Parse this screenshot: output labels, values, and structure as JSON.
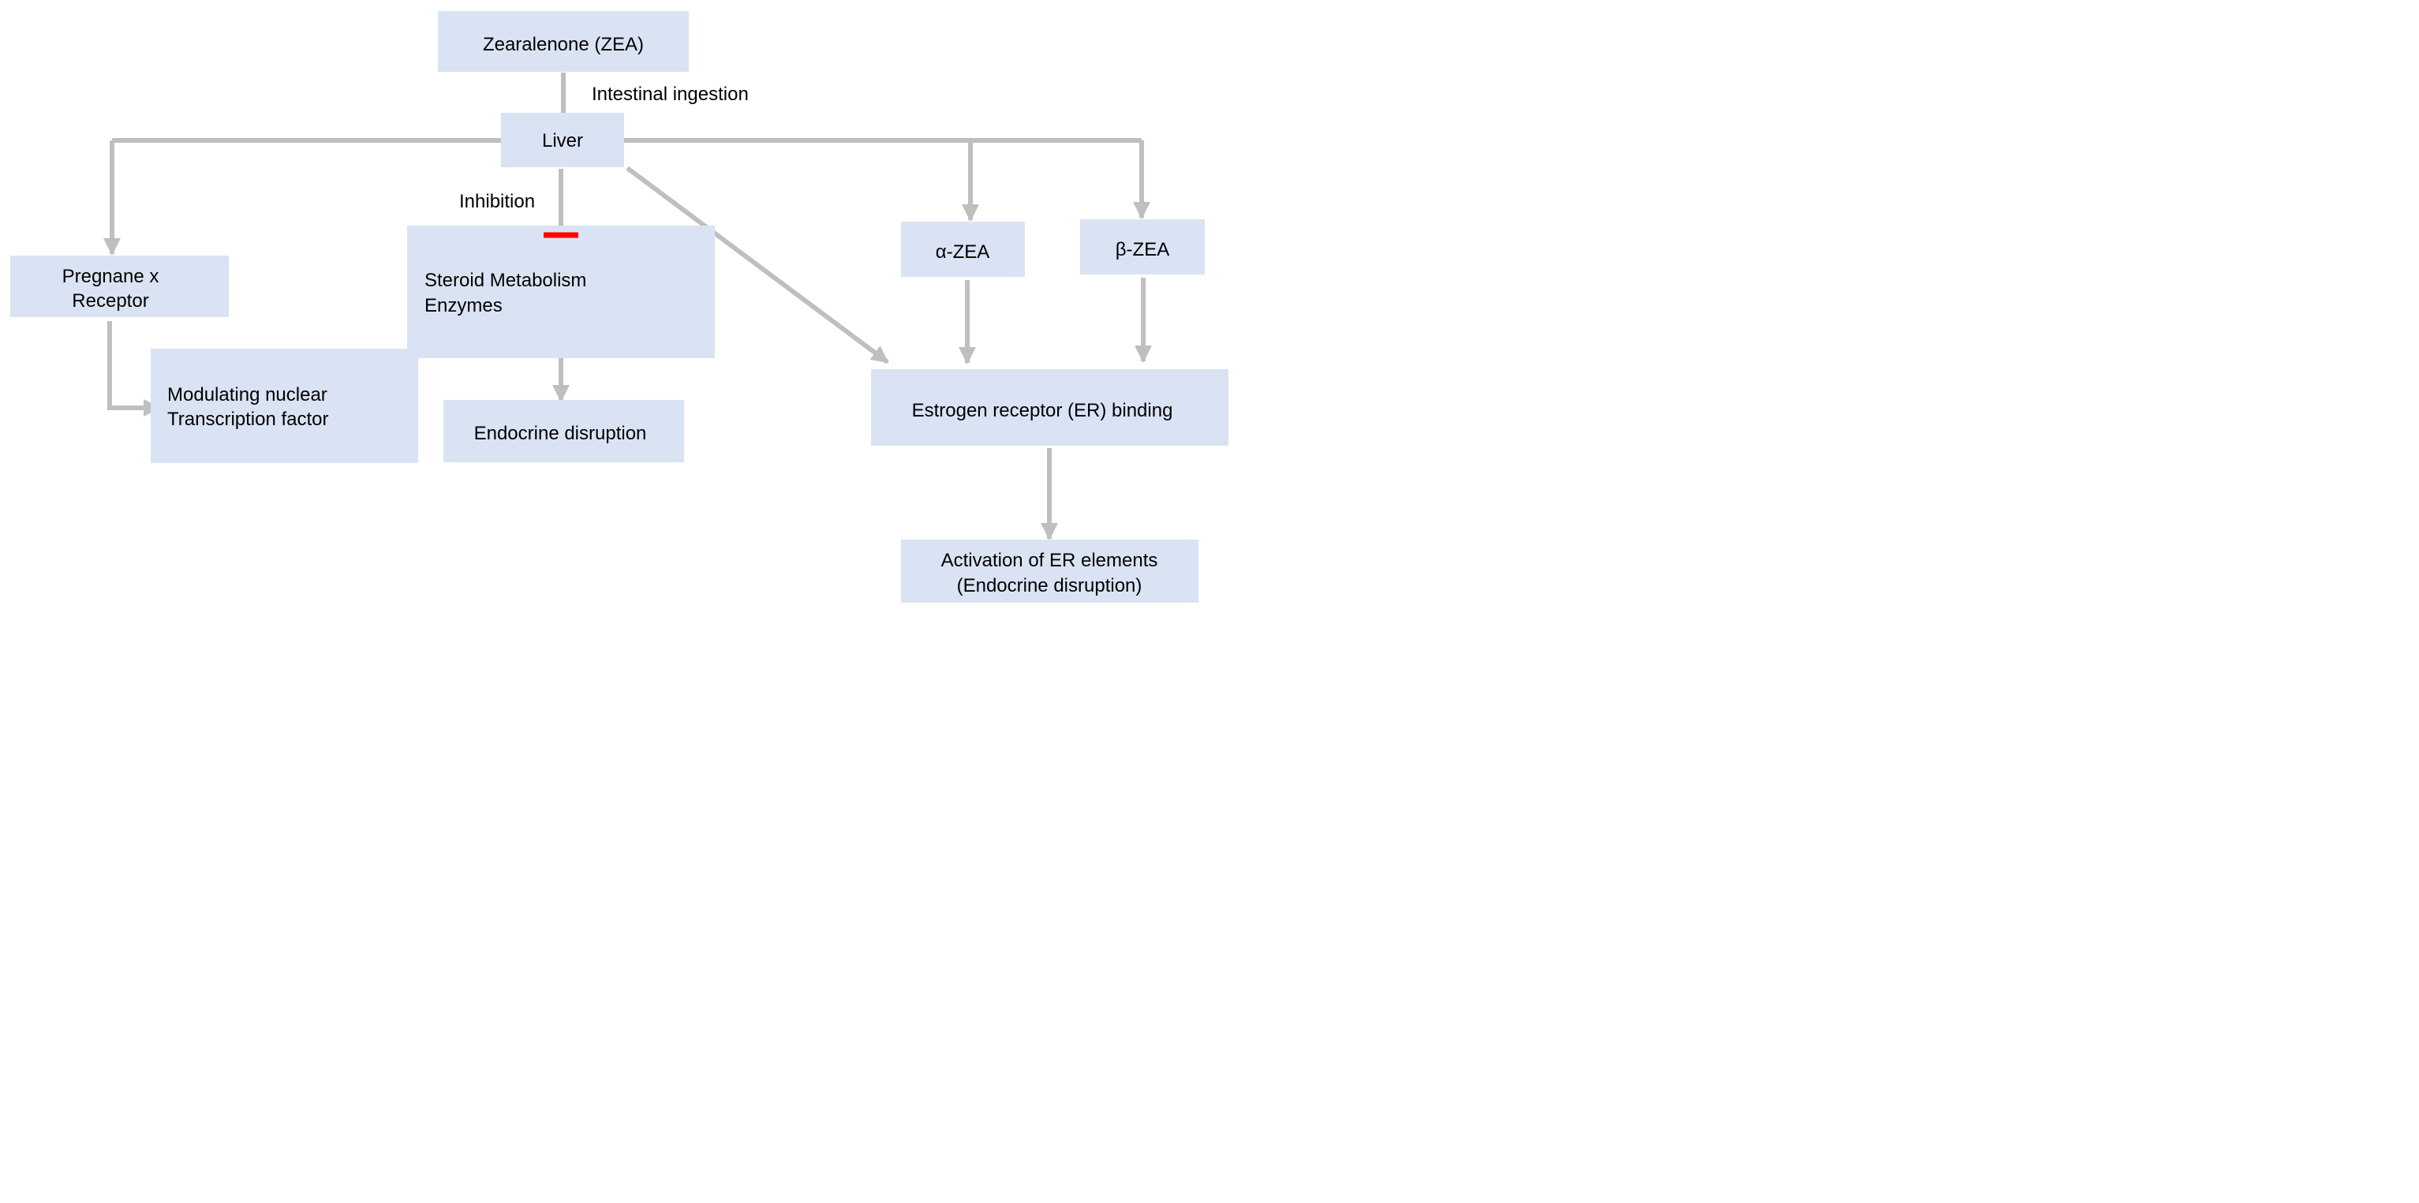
{
  "colors": {
    "box_fill": "#dae3f3",
    "connector": "#bfbfbf",
    "inhibition_bar": "#ff0000",
    "text": "#000000"
  },
  "nodes": {
    "zea": "Zearalenone (ZEA)",
    "liver": "Liver",
    "pregnane_line1": "Pregnane x",
    "pregnane_line2": "Receptor",
    "steroid_line1": "Steroid Metabolism",
    "steroid_line2": "Enzymes",
    "alpha": "α-ZEA",
    "beta": "β-ZEA",
    "modulating_line1": "Modulating nuclear",
    "modulating_line2": "Transcription factor",
    "endocrine": "Endocrine disruption",
    "er_binding": "Estrogen receptor (ER) binding",
    "activation_line1": "Activation of ER elements",
    "activation_line2": "(Endocrine disruption)"
  },
  "edge_labels": {
    "intestinal": "Intestinal ingestion",
    "inhibition": "Inhibition"
  }
}
